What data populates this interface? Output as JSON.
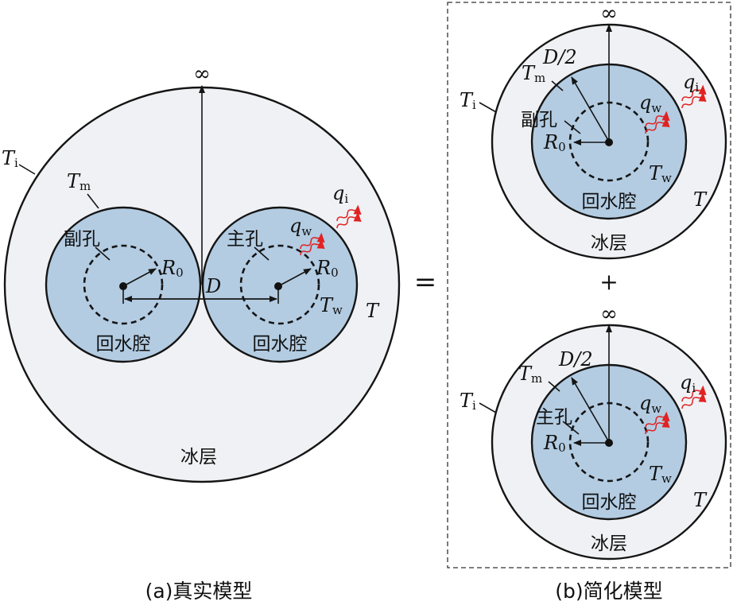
{
  "panel_a": {
    "caption": "(a)真实模型",
    "infinity": "∞",
    "Ti": "T",
    "Ti_sub": "i",
    "Tm": "T",
    "Tm_sub": "m",
    "q_i": "q",
    "q_i_sub": "i",
    "q_w": "q",
    "q_w_sub": "w",
    "T": "T",
    "Tw": "T",
    "Tw_sub": "w",
    "R0_left": "R",
    "R0_left_sub": "0",
    "R0_right": "R",
    "R0_right_sub": "0",
    "D": "D",
    "aux_hole": "副孔",
    "main_hole": "主孔",
    "cavity_left": "回水腔",
    "cavity_right": "回水腔",
    "ice": "冰层"
  },
  "panel_b": {
    "caption": "(b)简化模型",
    "equals": "=",
    "plus": "+",
    "top": {
      "infinity": "∞",
      "D2": "D/2",
      "Tm": "T",
      "Tm_sub": "m",
      "Ti": "T",
      "Ti_sub": "i",
      "q_i": "q",
      "q_i_sub": "i",
      "q_w": "q",
      "q_w_sub": "w",
      "hole": "副孔",
      "R0": "R",
      "R0_sub": "0",
      "Tw": "T",
      "Tw_sub": "w",
      "cavity": "回水腔",
      "T": "T",
      "ice": "冰层"
    },
    "bottom": {
      "infinity": "∞",
      "D2": "D/2",
      "Tm": "T",
      "Tm_sub": "m",
      "Ti": "T",
      "Ti_sub": "i",
      "q_i": "q",
      "q_i_sub": "i",
      "q_w": "q",
      "q_w_sub": "w",
      "hole": "主孔",
      "R0": "R",
      "R0_sub": "0",
      "Tw": "T",
      "Tw_sub": "w",
      "cavity": "回水腔",
      "T": "T",
      "ice": "冰层"
    }
  },
  "colors": {
    "ice_fill": "#f0f1f4",
    "cavity_fill": "#b3cce2",
    "heat_flux": "#e02222",
    "outline": "#151515"
  }
}
